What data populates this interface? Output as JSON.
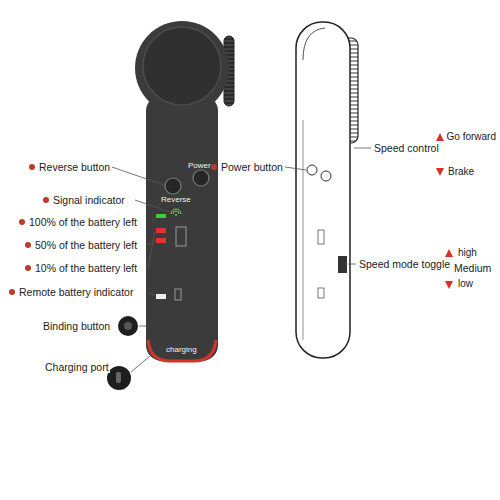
{
  "diagram": {
    "labels": [
      "Reverse button",
      "Signal indicator",
      "100% of the battery left",
      "50% of the battery left",
      "10% of the battery left",
      "Remote battery indicator",
      "Binding button",
      "Charging port",
      "Reverse",
      "Power",
      "charging",
      "Power button",
      "Speed control",
      "Go forward",
      "Brake",
      "Speed mode toggle",
      "high",
      "Medium",
      "low"
    ]
  }
}
